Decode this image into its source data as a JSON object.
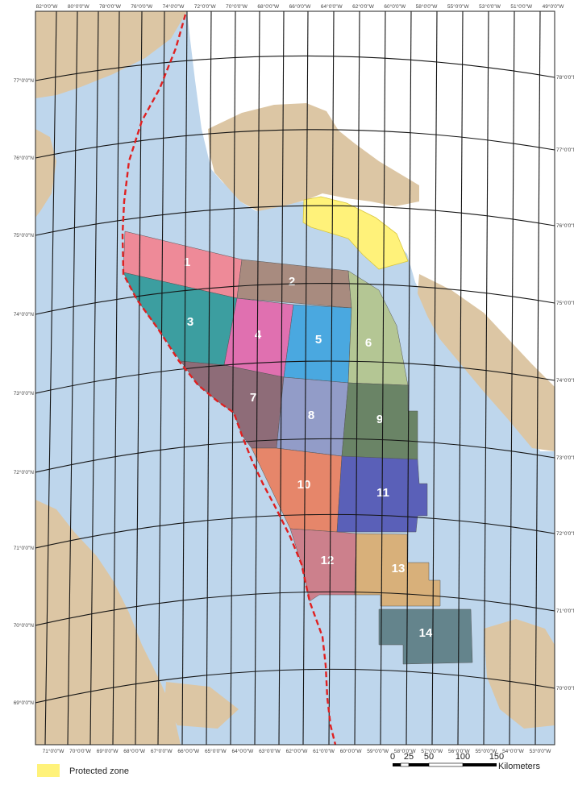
{
  "map": {
    "top_longitude_labels": [
      "82°0'0\"W",
      "80°0'0\"W",
      "78°0'0\"W",
      "76°0'0\"W",
      "74°0'0\"W",
      "72°0'0\"W",
      "70°0'0\"W",
      "68°0'0\"W",
      "66°0'0\"W",
      "64°0'0\"W",
      "62°0'0\"W",
      "60°0'0\"W",
      "58°0'0\"W",
      "55°0'0\"W",
      "53°0'0\"W",
      "51°0'0\"W",
      "49°0'0\"W"
    ],
    "bottom_longitude_labels": [
      "71°0'0\"W",
      "70°0'0\"W",
      "69°0'0\"W",
      "68°0'0\"W",
      "67°0'0\"W",
      "66°0'0\"W",
      "65°0'0\"W",
      "64°0'0\"W",
      "63°0'0\"W",
      "62°0'0\"W",
      "61°0'0\"W",
      "60°0'0\"W",
      "59°0'0\"W",
      "58°0'0\"W",
      "57°0'0\"W",
      "56°0'0\"W",
      "55°0'0\"W",
      "54°0'0\"W",
      "53°0'0\"W"
    ],
    "left_latitude_labels": [
      "77°0'0\"N",
      "76°0'0\"N",
      "75°0'0\"N",
      "74°0'0\"N",
      "73°0'0\"N",
      "72°0'0\"N",
      "71°0'0\"N",
      "70°0'0\"N",
      "69°0'0\"N"
    ],
    "right_latitude_labels": [
      "78°0'0\"N",
      "77°0'0\"N",
      "76°0'0\"N",
      "75°0'0\"N",
      "74°0'0\"N",
      "73°0'0\"N",
      "72°0'0\"N",
      "71°0'0\"N",
      "70°0'0\"N"
    ],
    "blocks": [
      {
        "id": "1",
        "color": "#ee8a98"
      },
      {
        "id": "2",
        "color": "#a88b7f"
      },
      {
        "id": "3",
        "color": "#3c9ea0"
      },
      {
        "id": "4",
        "color": "#e070b0"
      },
      {
        "id": "5",
        "color": "#4aa8e0"
      },
      {
        "id": "6",
        "color": "#b4c694"
      },
      {
        "id": "7",
        "color": "#8e6c78"
      },
      {
        "id": "8",
        "color": "#929cc8"
      },
      {
        "id": "9",
        "color": "#6a8466"
      },
      {
        "id": "10",
        "color": "#e6866a"
      },
      {
        "id": "11",
        "color": "#5a60b8"
      },
      {
        "id": "12",
        "color": "#cc808c"
      },
      {
        "id": "13",
        "color": "#d8b07a"
      },
      {
        "id": "14",
        "color": "#64848c"
      }
    ],
    "colors": {
      "sea": "#bed6ec",
      "ice": "#ffffff",
      "land": "#dcc6a4",
      "protected_zone": "#fff27a",
      "boundary": "#e02020",
      "graticule": "#141414"
    }
  },
  "legend": {
    "protected_zone_label": "Protected zone"
  },
  "scale_bar": {
    "tick_labels": [
      "0",
      "25",
      "50",
      "100",
      "150"
    ],
    "unit_label": "Kilometers"
  }
}
